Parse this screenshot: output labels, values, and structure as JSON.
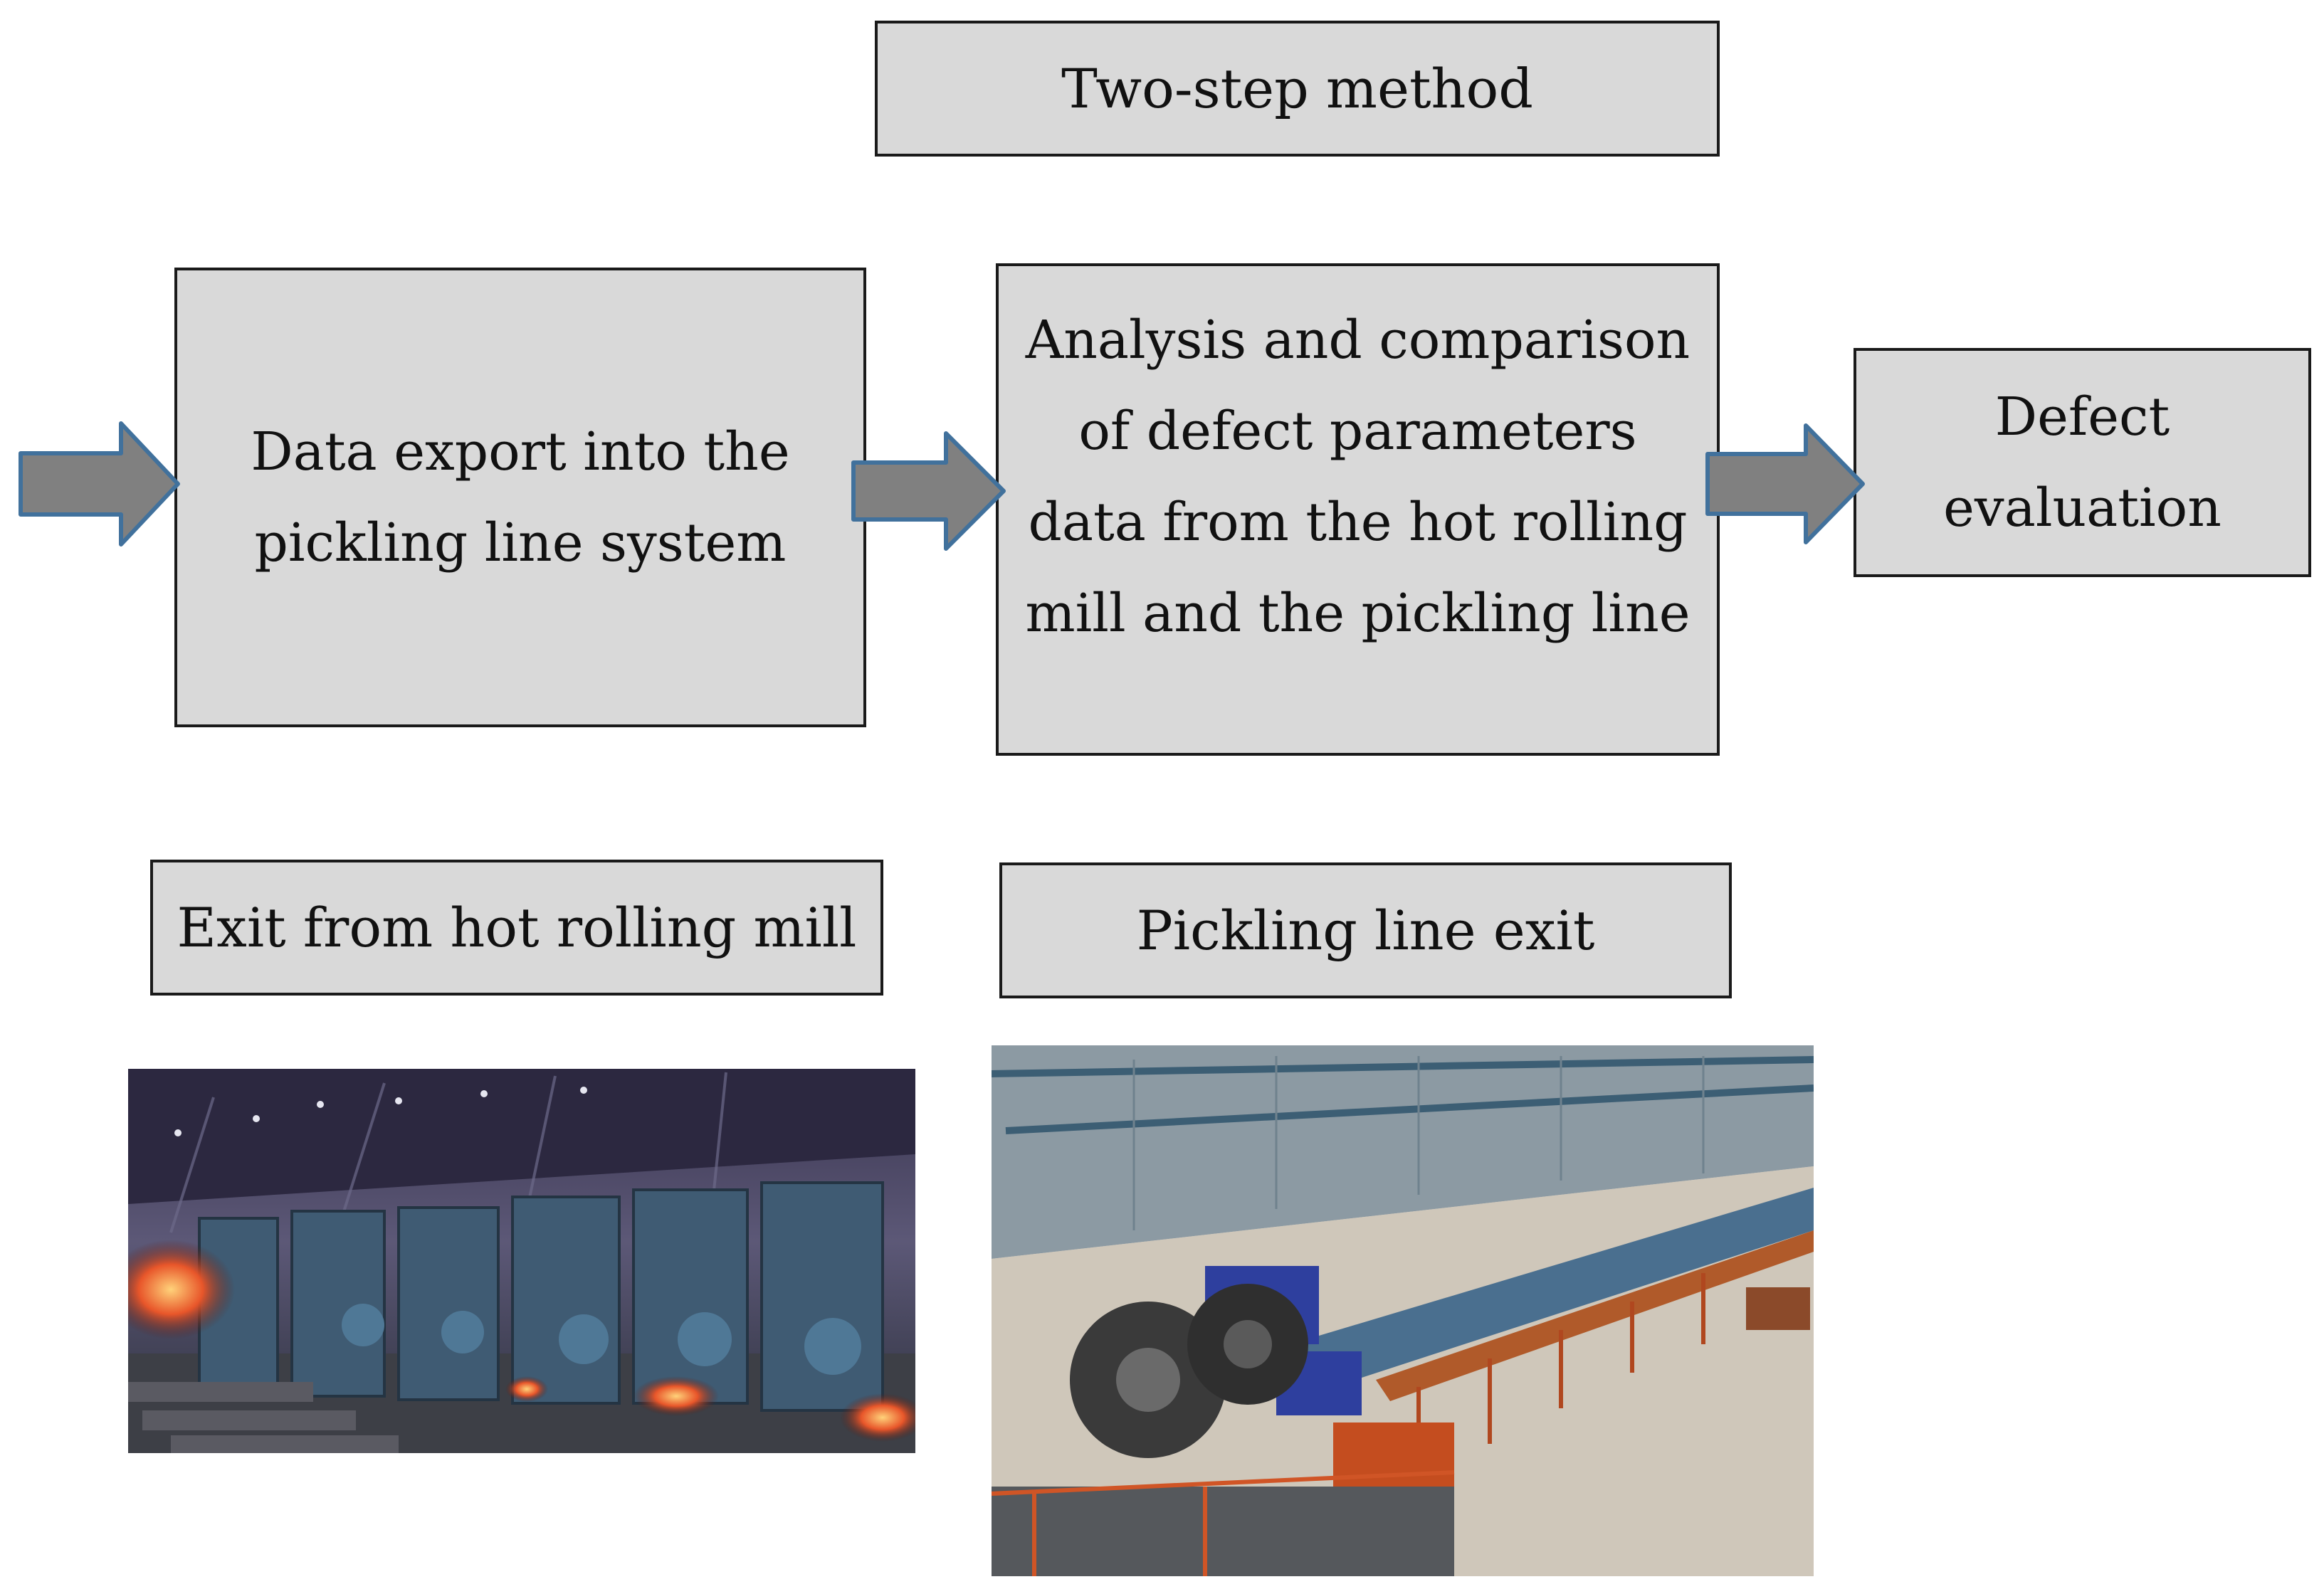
{
  "title": "Two-step method",
  "steps": [
    {
      "lines": [
        "Data export into the",
        "pickling line system"
      ]
    },
    {
      "lines": [
        "Analysis and comparison",
        "of defect parameters",
        "data from the hot rolling",
        "mill and the pickling line"
      ]
    },
    {
      "lines": [
        "Defect",
        "evaluation"
      ]
    }
  ],
  "labels": {
    "hot_mill": "Exit from hot rolling mill",
    "pickling": "Pickling line exit"
  },
  "colors": {
    "box_fill": "#d9d9d9",
    "box_border": "#1a1a1a",
    "arrow_fill": "#808080",
    "arrow_stroke": "#41719c"
  }
}
